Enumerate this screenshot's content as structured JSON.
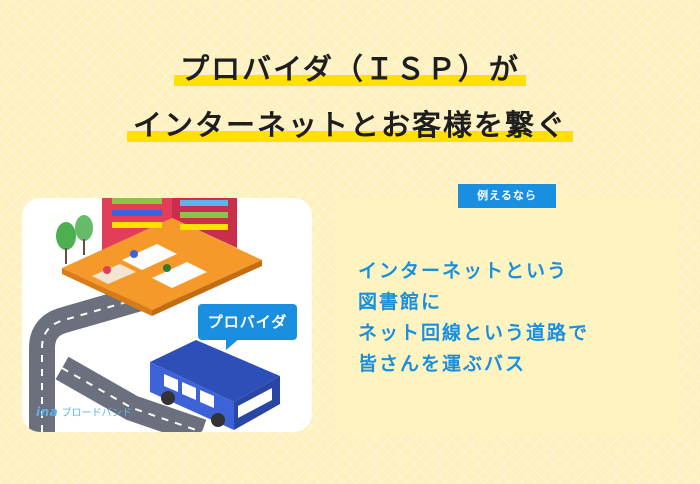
{
  "title": {
    "line1": "プロバイダ（ＩＳＰ）が",
    "line2": "インターネットとお客様を繋ぐ"
  },
  "illustration": {
    "bubble_label": "プロバイダ",
    "brand_logo": "ina",
    "brand_text": "ブロードバンド"
  },
  "example": {
    "tag": "例えるなら",
    "lines": [
      "インターネットという",
      "図書館に",
      "ネット回線という道路で",
      "皆さんを運ぶバス"
    ]
  },
  "colors": {
    "background": "#fdf1bf",
    "highlight": "#ffe100",
    "accent_blue": "#1a8fe0",
    "bus_blue": "#3e63d8",
    "library_red": "#e23d59",
    "floor_orange": "#f59a2a"
  }
}
